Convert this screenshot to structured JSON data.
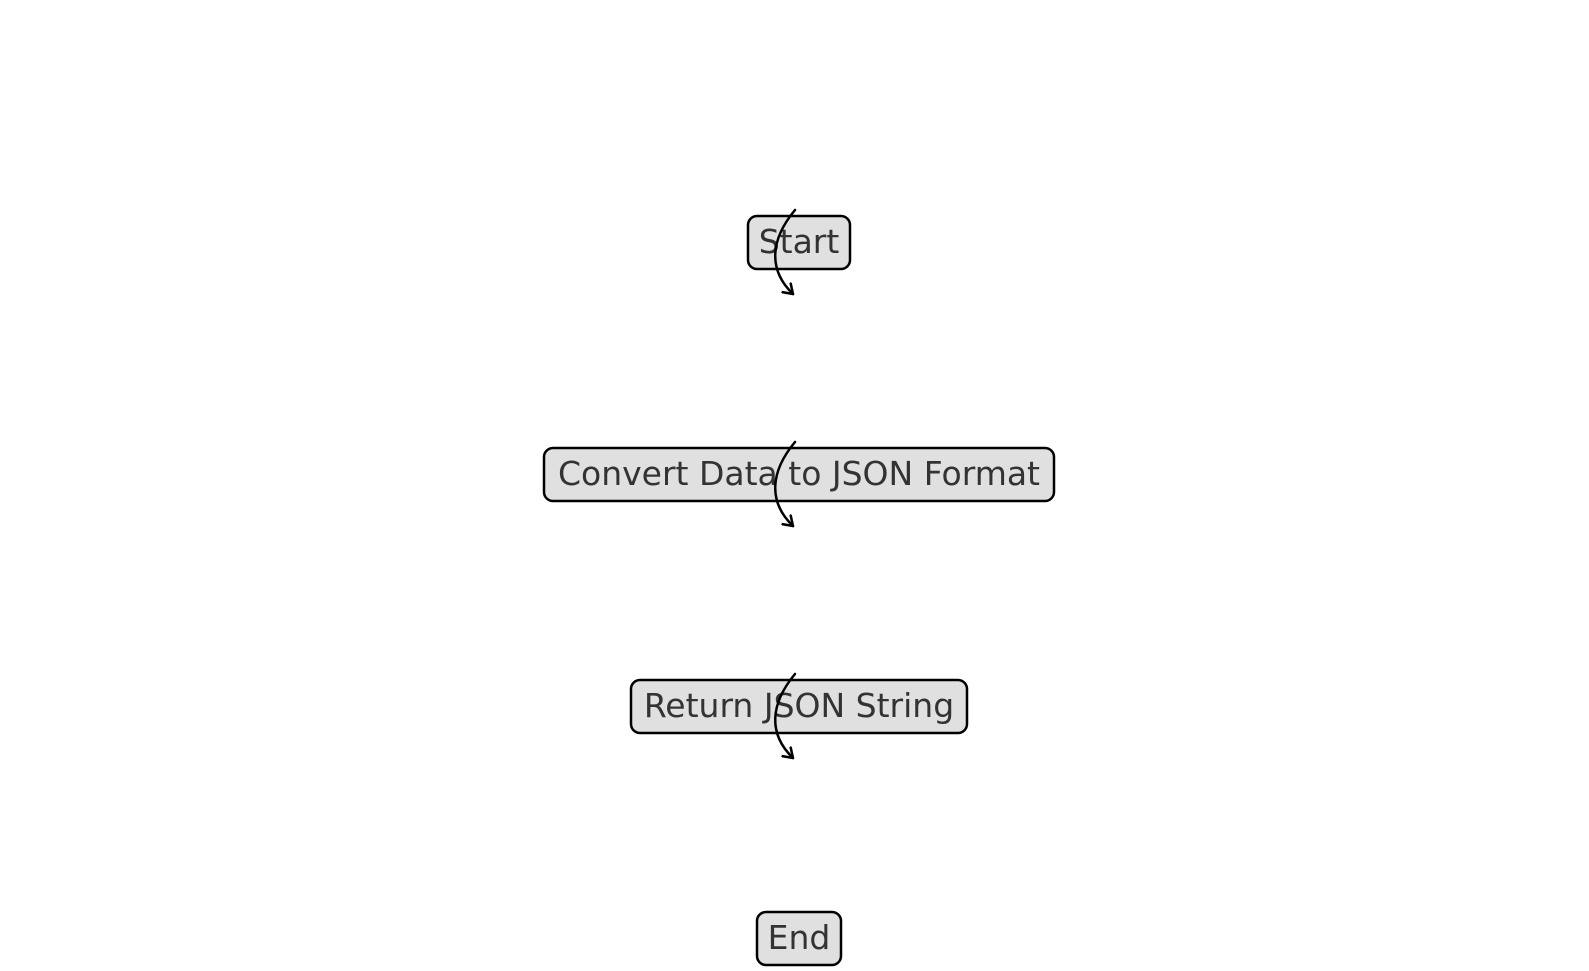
{
  "flowchart": {
    "nodes": [
      {
        "id": "start",
        "label": "Start"
      },
      {
        "id": "convert",
        "label": "Convert Data to JSON Format"
      },
      {
        "id": "return",
        "label": "Return JSON String"
      },
      {
        "id": "end",
        "label": "End"
      }
    ],
    "edges": [
      {
        "from": "start",
        "to": "convert"
      },
      {
        "from": "convert",
        "to": "return"
      },
      {
        "from": "return",
        "to": "end"
      }
    ],
    "colors": {
      "node_fill": "#e0e0e0",
      "node_stroke": "#000000",
      "text": "#333333",
      "arrow": "#000000"
    }
  }
}
